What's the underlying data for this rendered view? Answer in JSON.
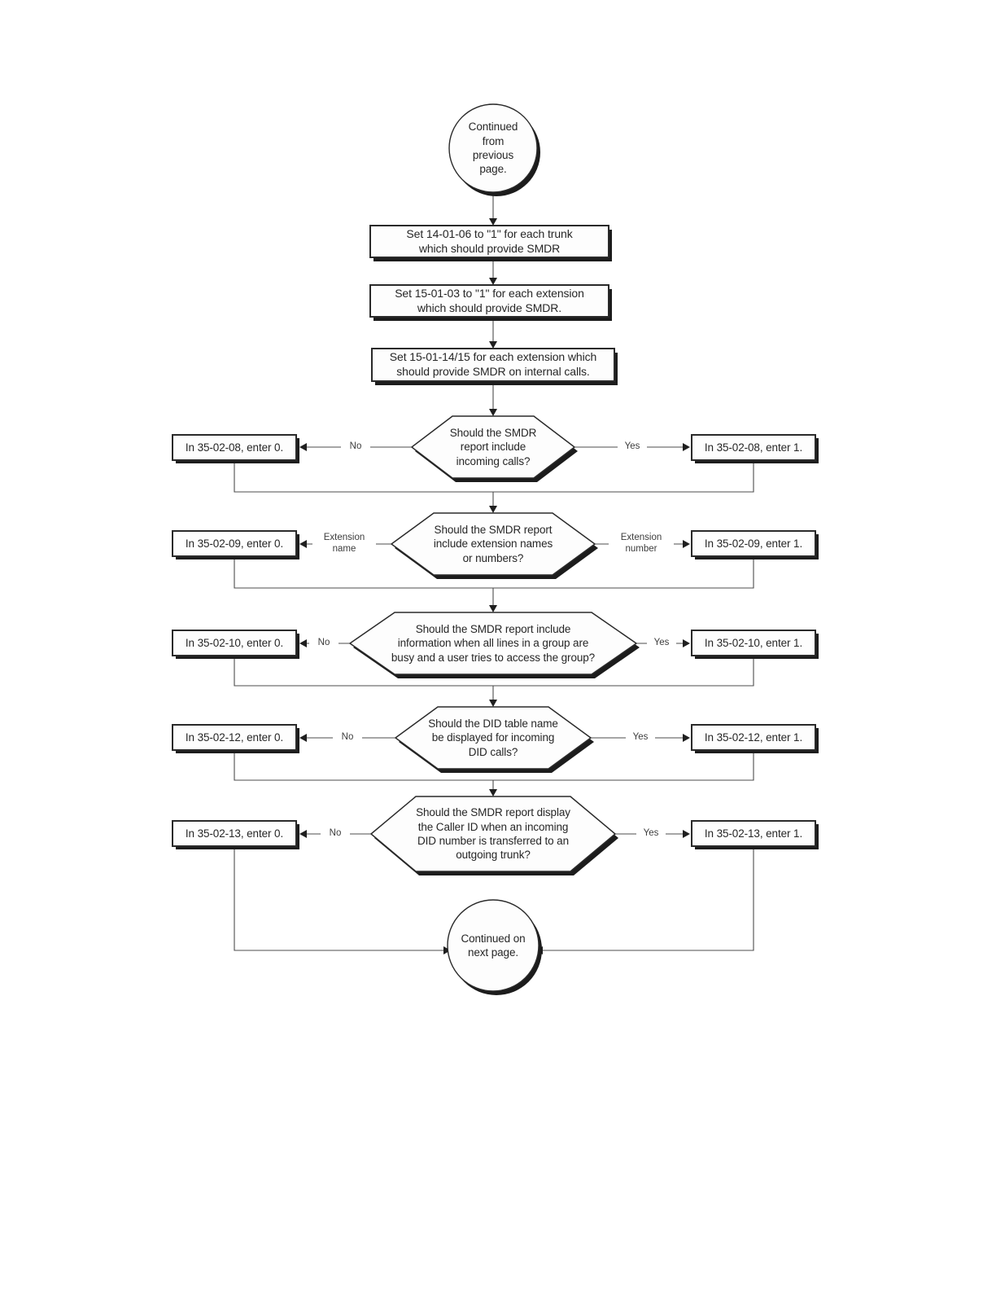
{
  "page": {
    "kind": "flowchart",
    "background": "#ffffff",
    "ink_color": "#2a2a2a",
    "line_color": "#4d4d4d",
    "shadow_color": "#1c1c1c"
  },
  "flowchart": {
    "start": {
      "text": "Continued\nfrom\nprevious\npage."
    },
    "process_steps": [
      {
        "text": "Set 14-01-06 to \"1\" for each trunk\nwhich should provide SMDR"
      },
      {
        "text": "Set 15-01-03 to \"1\" for each extension\nwhich should provide SMDR."
      },
      {
        "text": "Set 15-01-14/15 for each extension which\nshould provide SMDR on internal calls."
      }
    ],
    "decisions": [
      {
        "question": "Should the SMDR\nreport include\nincoming calls?",
        "no_label": "No",
        "no_action": "In 35-02-08, enter 0.",
        "yes_label": "Yes",
        "yes_action": "In 35-02-08, enter 1."
      },
      {
        "question": "Should the SMDR report\ninclude extension names\nor numbers?",
        "no_label": "Extension\nname",
        "no_action": "In 35-02-09, enter 0.",
        "yes_label": "Extension\nnumber",
        "yes_action": "In 35-02-09, enter 1."
      },
      {
        "question": "Should the SMDR report include\ninformation when all lines in a group are\nbusy and a user tries to access the group?",
        "no_label": "No",
        "no_action": "In 35-02-10, enter 0.",
        "yes_label": "Yes",
        "yes_action": "In 35-02-10, enter 1."
      },
      {
        "question": "Should the DID table name\nbe displayed for incoming\nDID calls?",
        "no_label": "No",
        "no_action": "In 35-02-12, enter 0.",
        "yes_label": "Yes",
        "yes_action": "In 35-02-12, enter 1."
      },
      {
        "question": "Should the SMDR report display\nthe Caller ID when an incoming\nDID number is transferred to an\noutgoing trunk?",
        "no_label": "No",
        "no_action": "In 35-02-13, enter 0.",
        "yes_label": "Yes",
        "yes_action": "In 35-02-13, enter 1."
      }
    ],
    "end": {
      "text": "Continued on\nnext page."
    }
  }
}
